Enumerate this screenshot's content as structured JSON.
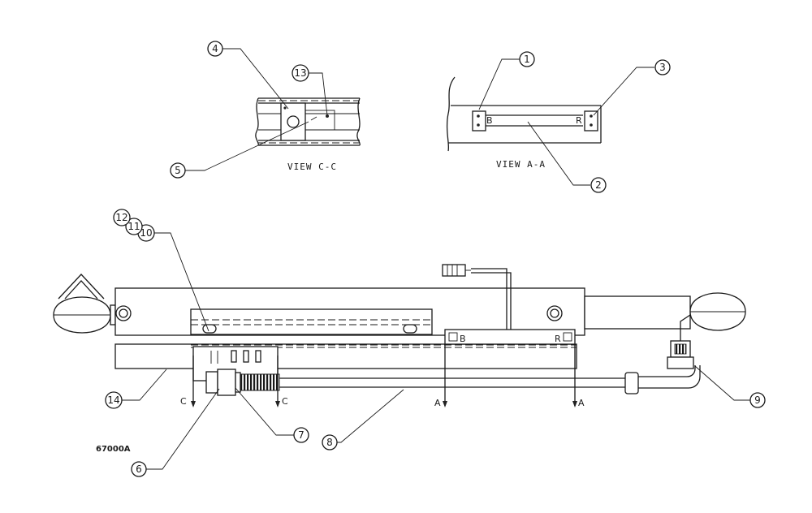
{
  "views": {
    "view_cc_label": "VIEW C-C",
    "view_aa_label": "VIEW A-A"
  },
  "section_marks": {
    "c": "C",
    "a": "A",
    "b": "B",
    "r": "R"
  },
  "drawing_number": "67000A",
  "callouts": [
    "1",
    "2",
    "3",
    "4",
    "5",
    "6",
    "7",
    "8",
    "9",
    "10",
    "11",
    "12",
    "13",
    "14"
  ]
}
